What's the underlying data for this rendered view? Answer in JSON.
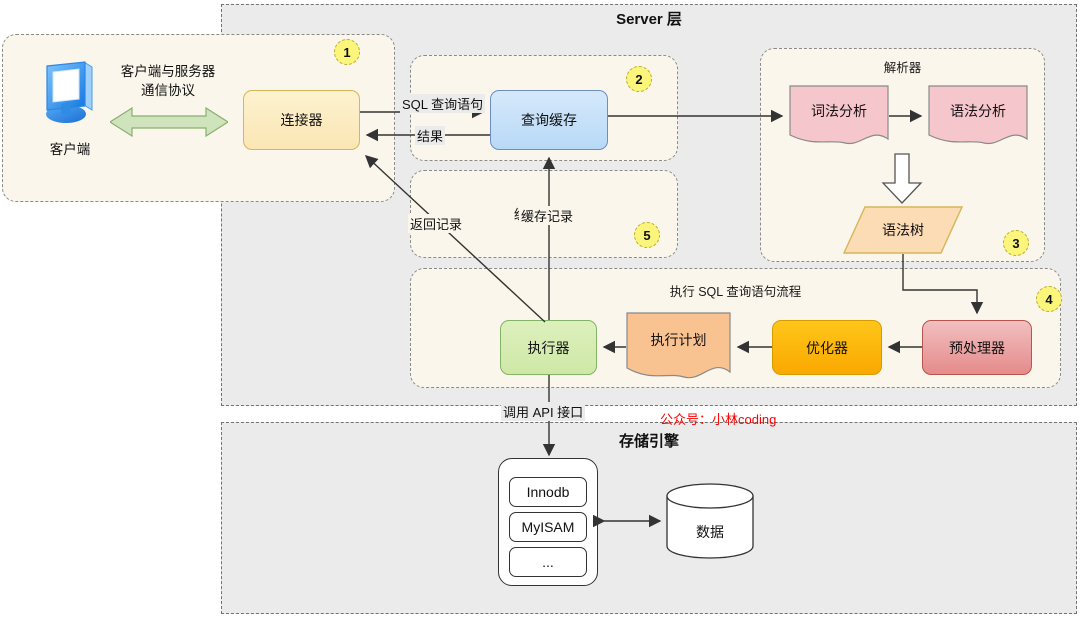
{
  "layers": {
    "server": {
      "title": "Server 层"
    },
    "storage": {
      "title": "存储引擎"
    }
  },
  "groups": {
    "client_area": {
      "badge": "1"
    },
    "query_cache": {
      "badge": "2"
    },
    "parser": {
      "title": "解析器",
      "badge": "3"
    },
    "execute_flow": {
      "title": "执行 SQL 查询语句流程",
      "badge": "4"
    },
    "cache_record": {
      "title": "缓存记录",
      "badge": "5"
    }
  },
  "nodes": {
    "client": {
      "label": "客户端",
      "icon": "monitor-icon"
    },
    "protocol": {
      "line1": "客户端与服务器",
      "line2": "通信协议"
    },
    "connector": {
      "label": "连接器"
    },
    "query_cache": {
      "label": "查询缓存"
    },
    "lexical": {
      "label": "词法分析"
    },
    "syntax": {
      "label": "语法分析"
    },
    "syntax_tree": {
      "label": "语法树"
    },
    "preprocessor": {
      "label": "预处理器"
    },
    "optimizer": {
      "label": "优化器"
    },
    "exec_plan": {
      "label": "执行计划"
    },
    "executor": {
      "label": "执行器"
    },
    "engine_innodb": {
      "label": "Innodb"
    },
    "engine_myisam": {
      "label": "MyISAM"
    },
    "engine_more": {
      "label": "..."
    },
    "data_cylinder": {
      "label": "数据"
    }
  },
  "edges": {
    "sql_query": "SQL 查询语句",
    "result": "结果",
    "return_record": "返回记录",
    "cache_record": "缓存记录",
    "call_api": "调用 API 接口"
  },
  "watermark": {
    "text": "公众号：小林coding",
    "color": "#ff0000"
  },
  "colors": {
    "panel_bg": "#ebebeb",
    "group_bg": "#faf6ec",
    "badge_bg": "#fbf57c",
    "connector": "#fbe6b4",
    "query_cache": "#b8d9f6",
    "parser_doc": "#f5c6cb",
    "syntax_tree": "#fbdcb5",
    "preprocessor": "#e58b8b",
    "optimizer": "#f9a800",
    "exec_plan": "#f8c291",
    "executor": "#cfe8a6",
    "arrow_green": "#cfe3bc",
    "stroke": "#333333"
  }
}
